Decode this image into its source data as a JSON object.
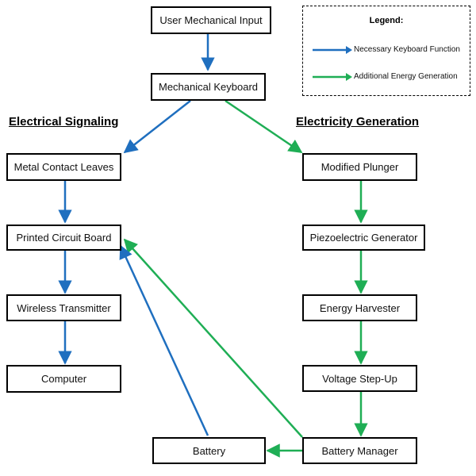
{
  "colors": {
    "blue": "#1f6fbf",
    "green": "#1fae55",
    "border": "#000000"
  },
  "legend": {
    "title": "Legend:",
    "items": [
      {
        "label": "Necessary Keyboard Function",
        "color": "blue"
      },
      {
        "label": "Additional Energy Generation",
        "color": "green"
      }
    ]
  },
  "headings": {
    "left": "Electrical Signaling",
    "right": "Electricity Generation"
  },
  "nodes": {
    "user_input": "User Mechanical Input",
    "keyboard": "Mechanical Keyboard",
    "contact_leaves": "Metal Contact Leaves",
    "pcb": "Printed Circuit Board",
    "transmitter": "Wireless Transmitter",
    "computer": "Computer",
    "plunger": "Modified Plunger",
    "piezo": "Piezoelectric Generator",
    "harvester": "Energy Harvester",
    "stepup": "Voltage Step-Up",
    "battery_manager": "Battery Manager",
    "battery": "Battery"
  },
  "edges": [
    {
      "from": "user_input",
      "to": "keyboard",
      "color": "blue"
    },
    {
      "from": "keyboard",
      "to": "contact_leaves",
      "color": "blue"
    },
    {
      "from": "keyboard",
      "to": "plunger",
      "color": "green"
    },
    {
      "from": "contact_leaves",
      "to": "pcb",
      "color": "blue"
    },
    {
      "from": "pcb",
      "to": "transmitter",
      "color": "blue"
    },
    {
      "from": "transmitter",
      "to": "computer",
      "color": "blue"
    },
    {
      "from": "plunger",
      "to": "piezo",
      "color": "green"
    },
    {
      "from": "piezo",
      "to": "harvester",
      "color": "green"
    },
    {
      "from": "harvester",
      "to": "stepup",
      "color": "green"
    },
    {
      "from": "stepup",
      "to": "battery_manager",
      "color": "green"
    },
    {
      "from": "battery_manager",
      "to": "battery",
      "color": "green"
    },
    {
      "from": "battery_manager",
      "to": "pcb",
      "color": "green"
    },
    {
      "from": "battery",
      "to": "pcb",
      "color": "blue"
    }
  ]
}
